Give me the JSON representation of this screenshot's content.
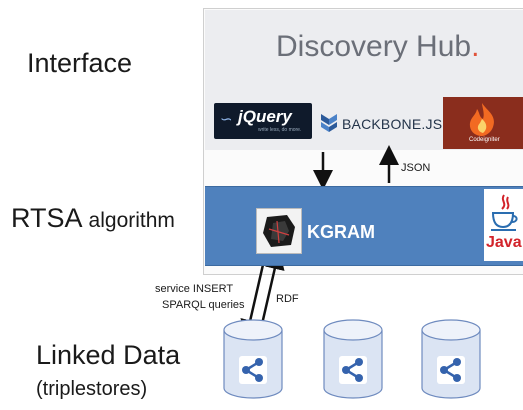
{
  "layers": {
    "interface": "Interface",
    "rtsa_main": "RTSA",
    "rtsa_sub": "algorithm",
    "linked_data": "Linked Data",
    "triplestores": "(triplestores)"
  },
  "hub": {
    "title": "Discovery Hub",
    "dot": "."
  },
  "logos": {
    "jquery": "jQuery",
    "jquery_tag": "write less, do more.",
    "backbone": "BACKBONE.JS",
    "codeigniter": "Codeigniter",
    "kgram": "KGRAM",
    "java": "Java"
  },
  "arrows": {
    "json": "JSON",
    "service_line1": "service INSERT",
    "service_line2": "SPARQL queries",
    "rdf": "RDF"
  },
  "colors": {
    "algo_bar": "#4f81bd",
    "interface_panel": "#ecedf0",
    "store_fill": "#dbe4f3",
    "store_icon": "#3563ad",
    "hub_dot": "#e0533a"
  },
  "stores": [
    {
      "icon": "share-node-icon"
    },
    {
      "icon": "share-node-icon"
    },
    {
      "icon": "share-node-icon"
    }
  ]
}
